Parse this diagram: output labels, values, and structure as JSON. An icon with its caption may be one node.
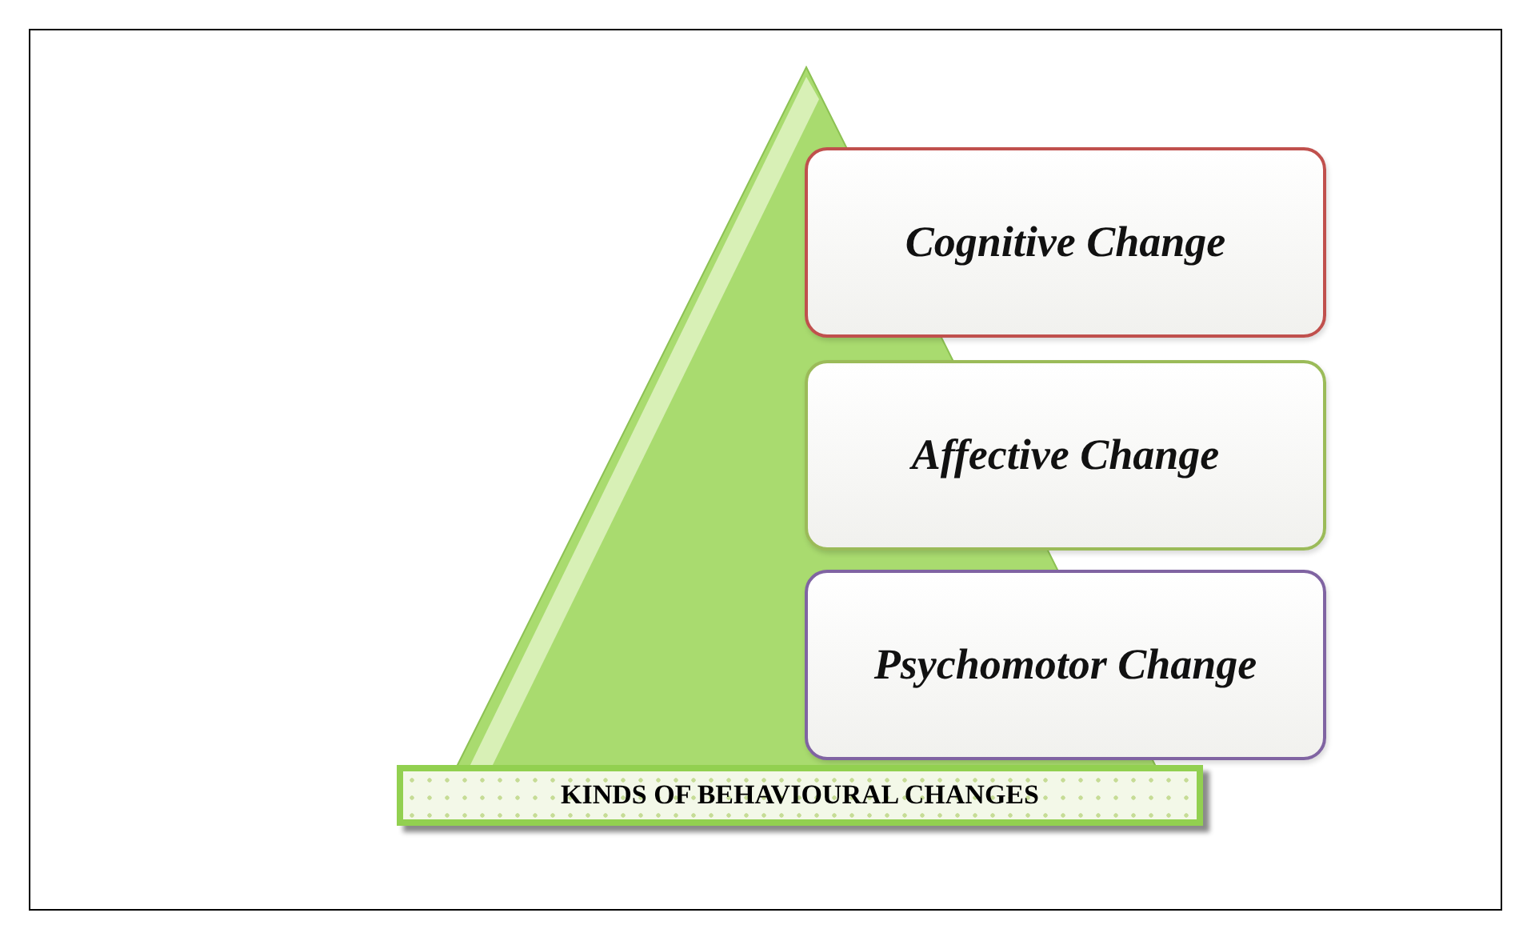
{
  "diagram": {
    "nodes": [
      {
        "text": [],
        "shape": "triangle"
      },
      {
        "text": [
          "Cognitive Change"
        ]
      },
      {
        "text": [
          "Affective Change"
        ]
      },
      {
        "text": [
          "Psychomotor Change"
        ]
      },
      {
        "text": [
          "KINDS OF BEHAVIOURAL CHANGES"
        ]
      }
    ]
  }
}
